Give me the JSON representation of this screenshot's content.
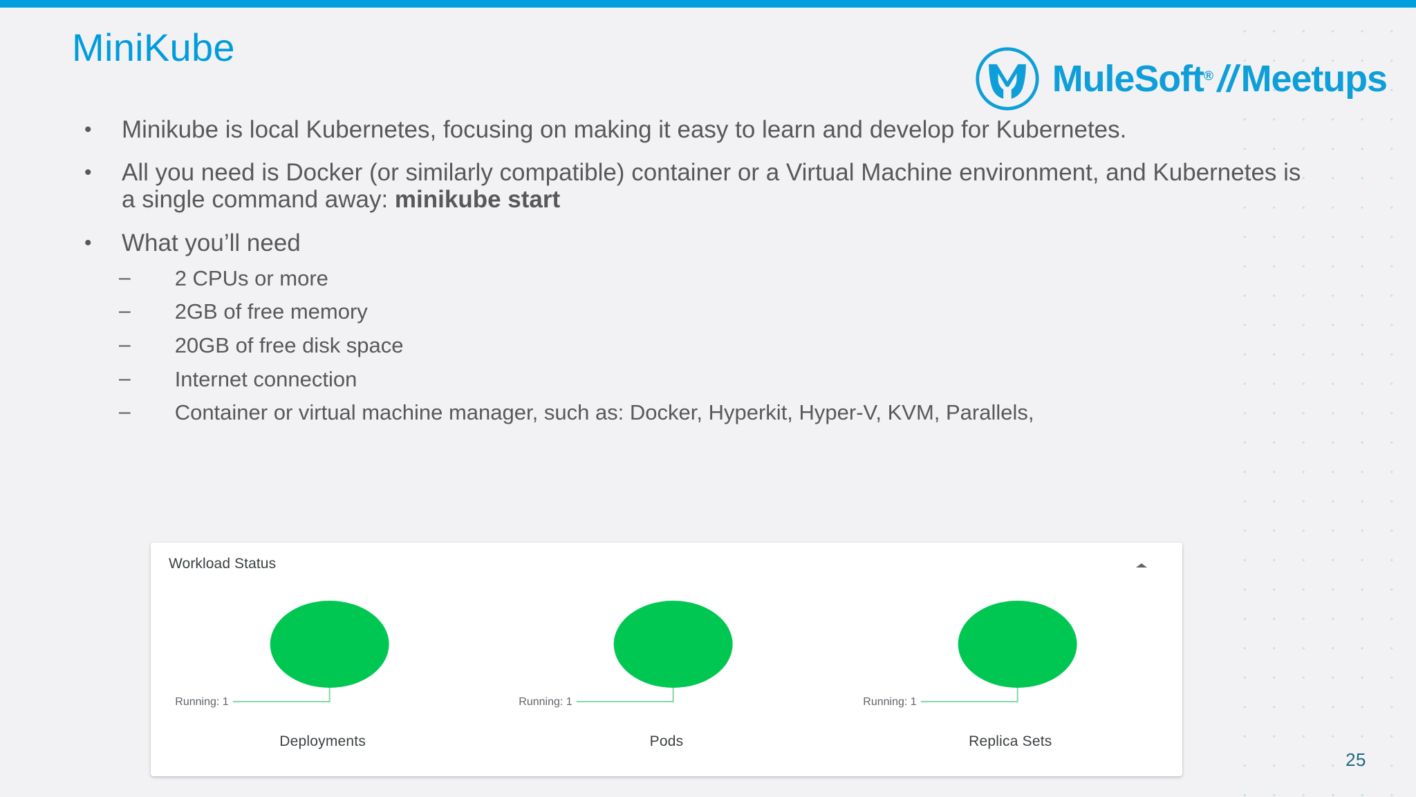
{
  "slide": {
    "title": "MiniKube",
    "page_number": "25",
    "accent_color": "#00A0DF",
    "background_color": "#F2F2F4",
    "text_color": "#58585B",
    "title_color": "#009CDE"
  },
  "logo": {
    "mark_name": "mulesoft-m-logo",
    "word_primary": "MuleSoft",
    "registered_mark": "®",
    "separator": "//",
    "word_secondary": "Meetups",
    "color": "#0F9FD8"
  },
  "bullets": [
    {
      "marker": "•",
      "text_before": "Minikube is local Kubernetes, focusing on making it easy to learn and develop for Kubernetes.",
      "bold": "",
      "text_after": ""
    },
    {
      "marker": "•",
      "text_before": "All you need is Docker (or similarly compatible) container or a Virtual Machine environment, and Kubernetes is a single command away: ",
      "bold": "minikube start",
      "text_after": ""
    },
    {
      "marker": "•",
      "text_before": "What you’ll need",
      "bold": "",
      "text_after": ""
    }
  ],
  "sub_bullets": [
    {
      "marker": "–",
      "text": "2 CPUs or more"
    },
    {
      "marker": "–",
      "text": "2GB of free memory"
    },
    {
      "marker": "–",
      "text": "20GB of free disk space"
    },
    {
      "marker": "–",
      "text": "Internet connection"
    },
    {
      "marker": "–",
      "text": "Container or virtual machine manager, such as: Docker, Hyperkit, Hyper-V, KVM, Parallels,"
    }
  ],
  "card": {
    "title": "Workload Status",
    "collapse_icon": "chevron-up-icon",
    "background": "#FFFFFF"
  },
  "chart_data": [
    {
      "type": "pie",
      "title": "Deployments",
      "categories": [
        "Running"
      ],
      "values": [
        1
      ],
      "labels": [
        "Running: 1"
      ],
      "colors": [
        "#00C752"
      ],
      "legend_position": "callout-left",
      "xlabel": "",
      "ylabel": ""
    },
    {
      "type": "pie",
      "title": "Pods",
      "categories": [
        "Running"
      ],
      "values": [
        1
      ],
      "labels": [
        "Running: 1"
      ],
      "colors": [
        "#00C752"
      ],
      "legend_position": "callout-left",
      "xlabel": "",
      "ylabel": ""
    },
    {
      "type": "pie",
      "title": "Replica Sets",
      "categories": [
        "Running"
      ],
      "values": [
        1
      ],
      "labels": [
        "Running: 1"
      ],
      "colors": [
        "#00C752"
      ],
      "legend_position": "callout-left",
      "xlabel": "",
      "ylabel": ""
    }
  ]
}
